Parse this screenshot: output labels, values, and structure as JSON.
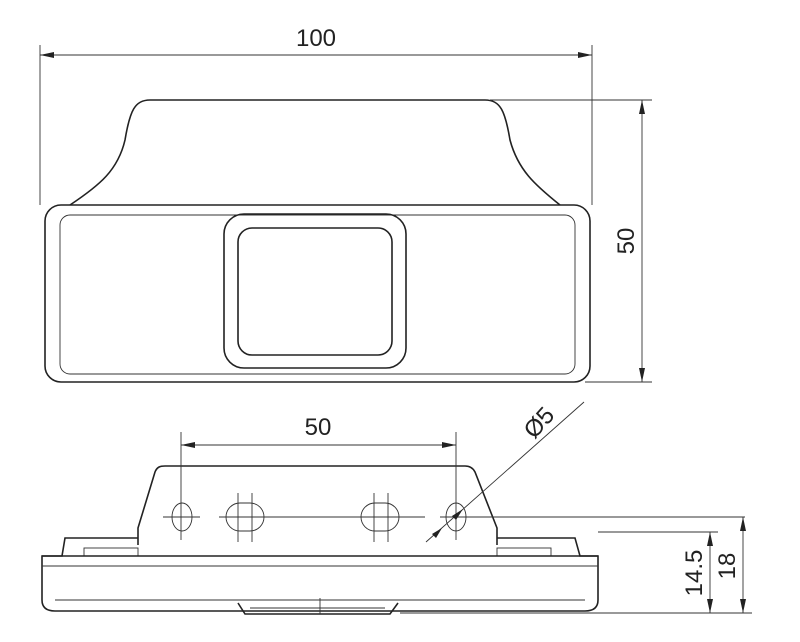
{
  "dimensions": {
    "top_width": "100",
    "top_height": "50",
    "hole_spacing": "50",
    "hole_diameter": "Ø5",
    "depth_inner": "14.5",
    "depth_total": "18"
  }
}
